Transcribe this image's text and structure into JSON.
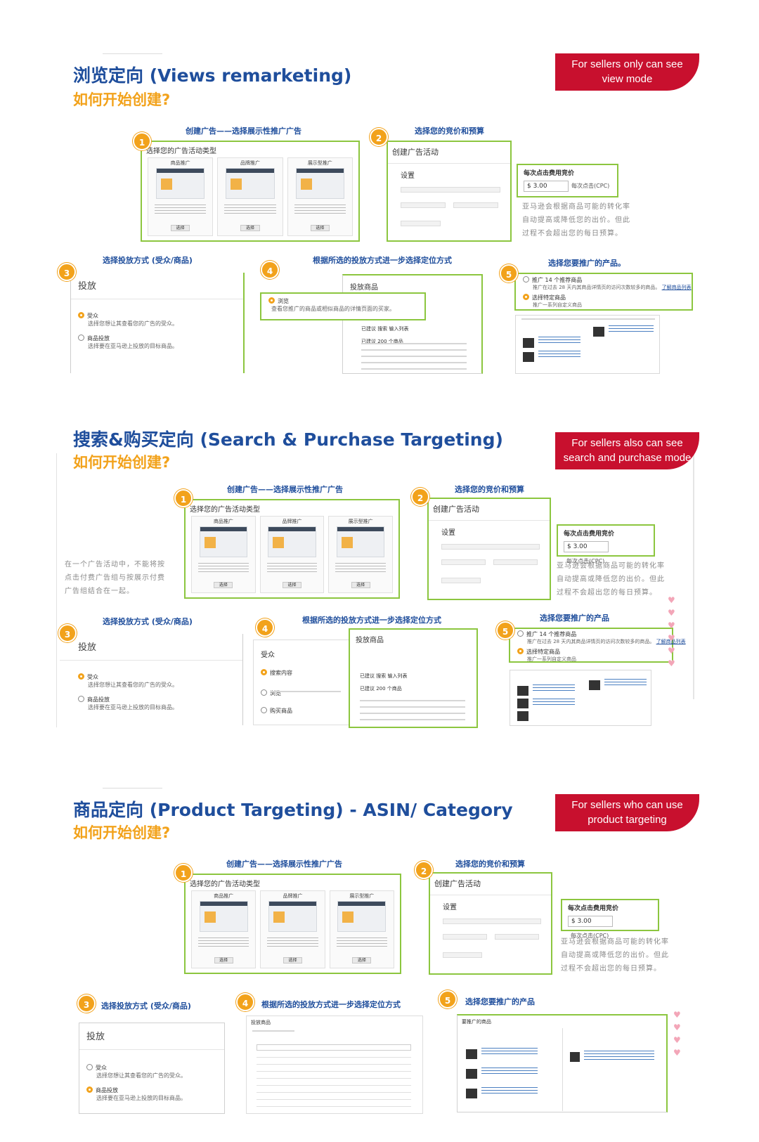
{
  "colors": {
    "title_blue": "#1f4e9c",
    "accent_orange": "#f2a21b",
    "banner_red": "#c8102e",
    "box_green": "#8cc63f"
  },
  "sections": [
    {
      "title": "浏览定向 (Views remarketing)",
      "subtitle": "如何开始创建?",
      "banner": [
        "For sellers only can see",
        "view mode"
      ],
      "step1": {
        "num": "1",
        "label": "创建广告——选择展示性推广广告",
        "box_title": "选择您的广告活动类型",
        "cards": [
          "商品推广",
          "品牌推广",
          "展示型推广"
        ],
        "btn": "选择"
      },
      "step2": {
        "num": "2",
        "label": "选择您的竞价和预算",
        "box_title": "创建广告活动",
        "setting": "设置",
        "bid_title": "每次点击费用竞价",
        "bid_value": "$   3.00",
        "bid_unit": "每次点击(CPC)",
        "note": [
          "亚马逊会根据商品可能的转化率",
          "自动提高或降低您的出价。但此",
          "过程不会超出您的每日预算。"
        ]
      },
      "step3": {
        "num": "3",
        "label": "选择投放方式 (受众/商品)",
        "heading": "投放",
        "opt1": "受众",
        "opt1_sub": "选择您想让其查看您的广告的受众。",
        "opt2": "商品投放",
        "opt2_sub": "选择要在亚马逊上投放的目标商品。"
      },
      "step4": {
        "num": "4",
        "label": "根据所选的投放方式进一步选择定位方式",
        "heading": "投放商品",
        "opt": "浏览",
        "opt_sub": "查看您推广的商品或相似商品的详情页面的买家。",
        "tabs": "已建议   搜索   输入列表",
        "count": "已建议 200 个商品"
      },
      "step5": {
        "num": "5",
        "label": "选择您要推广的产品。",
        "opt1": "推广 14 个推荐商品",
        "opt1_sub": "推广在过去 28 天内其商品详情页的访问次数较多的商品。",
        "link": "了解商品列表",
        "opt2": "选择特定商品",
        "opt2_sub": "推广一系列自定义商品"
      }
    },
    {
      "title": "搜索&购买定向 (Search & Purchase Targeting)",
      "subtitle": "如何开始创建?",
      "banner": [
        "For sellers also can see",
        "search and purchase mode"
      ],
      "side_note": [
        "在一个广告活动中，不能将按",
        "点击付费广告组与按展示付费",
        "广告组结合在一起。"
      ],
      "step1": {
        "num": "1",
        "label": "创建广告——选择展示性推广广告",
        "box_title": "选择您的广告活动类型",
        "cards": [
          "商品推广",
          "品牌推广",
          "展示型推广"
        ],
        "btn": "选择"
      },
      "step2": {
        "num": "2",
        "label": "选择您的竞价和预算",
        "box_title": "创建广告活动",
        "setting": "设置",
        "bid_title": "每次点击费用竞价",
        "bid_value": "$   3.00",
        "bid_unit": "每次点击(CPC)",
        "note": [
          "亚马逊会根据商品可能的转化率",
          "自动提高或降低您的出价。但此",
          "过程不会超出您的每日预算。"
        ]
      },
      "step3": {
        "num": "3",
        "label": "选择投放方式 (受众/商品)",
        "heading": "投放",
        "opt1": "受众",
        "opt1_sub": "选择您想让其查看您的广告的受众。",
        "opt2": "商品投放",
        "opt2_sub": "选择要在亚马逊上投放的目标商品。"
      },
      "step4": {
        "num": "4",
        "label": "根据所选的投放方式进一步选择定位方式",
        "heading": "受众",
        "heading2": "投放商品",
        "opt1": "搜索内容",
        "opt2": "浏览",
        "opt3": "购买商品",
        "tabs": "已建议   搜索   输入列表",
        "count": "已建议 200 个商品"
      },
      "step5": {
        "num": "5",
        "label": "选择您要推广的产品",
        "opt1": "推广 14 个推荐商品",
        "opt1_sub": "推广在过去 28 天内其商品详情页的访问次数较多的商品。",
        "link": "了解商品列表",
        "opt2": "选择特定商品",
        "opt2_sub": "推广一系列自定义商品"
      }
    },
    {
      "title": "商品定向 (Product Targeting) - ASIN/ Category",
      "subtitle": "如何开始创建?",
      "banner": [
        "For sellers who can use",
        "product targeting"
      ],
      "step1": {
        "num": "1",
        "label": "创建广告——选择展示性推广广告",
        "box_title": "选择您的广告活动类型",
        "cards": [
          "商品推广",
          "品牌推广",
          "展示型推广"
        ],
        "btn": "选择"
      },
      "step2": {
        "num": "2",
        "label": "选择您的竞价和预算",
        "box_title": "创建广告活动",
        "setting": "设置",
        "bid_title": "每次点击费用竞价",
        "bid_value": "$   3.00",
        "bid_unit": "每次点击(CPC)",
        "note": [
          "亚马逊会根据商品可能的转化率",
          "自动提高或降低您的出价。但此",
          "过程不会超出您的每日预算。"
        ]
      },
      "step3": {
        "num": "3",
        "label": "选择投放方式 (受众/商品)",
        "heading": "投放",
        "opt1": "受众",
        "opt1_sub": "选择您想让其查看您的广告的受众。",
        "opt2": "商品投放",
        "opt2_sub": "选择要在亚马逊上投放的目标商品。"
      },
      "step4": {
        "num": "4",
        "label": "根据所选的投放方式进一步选择定位方式",
        "heading": "投放商品"
      },
      "step5": {
        "num": "5",
        "label": "选择您要推广的产品",
        "heading": "要推广的商品"
      }
    }
  ]
}
